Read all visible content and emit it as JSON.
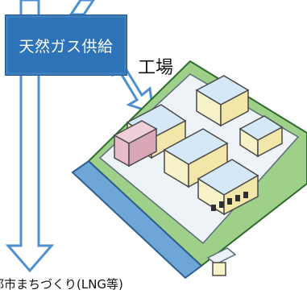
{
  "diagram": {
    "supply_box": {
      "label": "天然ガス供給"
    },
    "factory": {
      "label": "工場"
    },
    "bottom_caption": {
      "label": "都市まちづくり(LNG等)"
    },
    "colors": {
      "box_fill": "#2e73b8",
      "arrow_fill": "#4f8fd0",
      "arrow_stroke": "#1f5590",
      "roof": "#d4e8f7",
      "building": "#f8f2c9",
      "green": "#9fd08a",
      "water": "#6fa6d8"
    }
  }
}
